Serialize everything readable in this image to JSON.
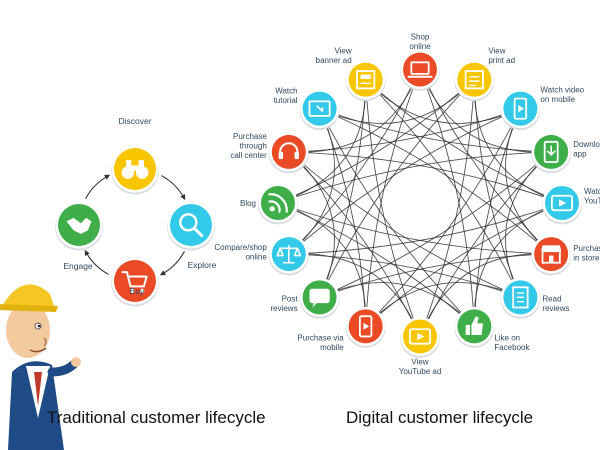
{
  "traditional": {
    "caption": "Traditional customer lifecycle",
    "stages": [
      {
        "label": "Discover",
        "icon": "binoculars-icon",
        "color": "#f7c600"
      },
      {
        "label": "Explore",
        "icon": "magnifier-icon",
        "color": "#33c9e8"
      },
      {
        "label": "Buy",
        "icon": "shopping-cart-icon",
        "color": "#ea4a25"
      },
      {
        "label": "Engage",
        "icon": "handshake-icon",
        "color": "#3fae49"
      }
    ]
  },
  "digital": {
    "caption": "Digital customer lifecycle",
    "nodes": [
      {
        "label": "Shop online",
        "icon": "laptop-icon",
        "color": "#ea4a25"
      },
      {
        "label": "View print ad",
        "icon": "newspaper-icon",
        "color": "#f7c600"
      },
      {
        "label": "Watch video on mobile",
        "icon": "mobile-video-icon",
        "color": "#33c9e8"
      },
      {
        "label": "Download app",
        "icon": "download-app-icon",
        "color": "#3fae49"
      },
      {
        "label": "Watch YouTube ad",
        "icon": "play-button-icon",
        "color": "#33c9e8"
      },
      {
        "label": "Purchase in store",
        "icon": "storefront-icon",
        "color": "#ea4a25"
      },
      {
        "label": "Read reviews",
        "icon": "document-icon",
        "color": "#33c9e8"
      },
      {
        "label": "Like on Facebook",
        "icon": "thumbs-up-icon",
        "color": "#3fae49"
      },
      {
        "label": "View YouTube ad",
        "icon": "play-button-icon",
        "color": "#f7c600"
      },
      {
        "label": "Purchase via mobile",
        "icon": "mobile-payment-icon",
        "color": "#ea4a25"
      },
      {
        "label": "Post reviews",
        "icon": "speech-bubble-icon",
        "color": "#3fae49"
      },
      {
        "label": "Compare/shop online",
        "icon": "scales-icon",
        "color": "#33c9e8"
      },
      {
        "label": "Blog",
        "icon": "rss-feed-icon",
        "color": "#3fae49"
      },
      {
        "label": "Purchase through call center",
        "icon": "headset-icon",
        "color": "#ea4a25"
      },
      {
        "label": "Watch tutorial",
        "icon": "tutorial-screen-icon",
        "color": "#33c9e8"
      },
      {
        "label": "View banner ad",
        "icon": "banner-ad-icon",
        "color": "#f7c600"
      }
    ]
  }
}
